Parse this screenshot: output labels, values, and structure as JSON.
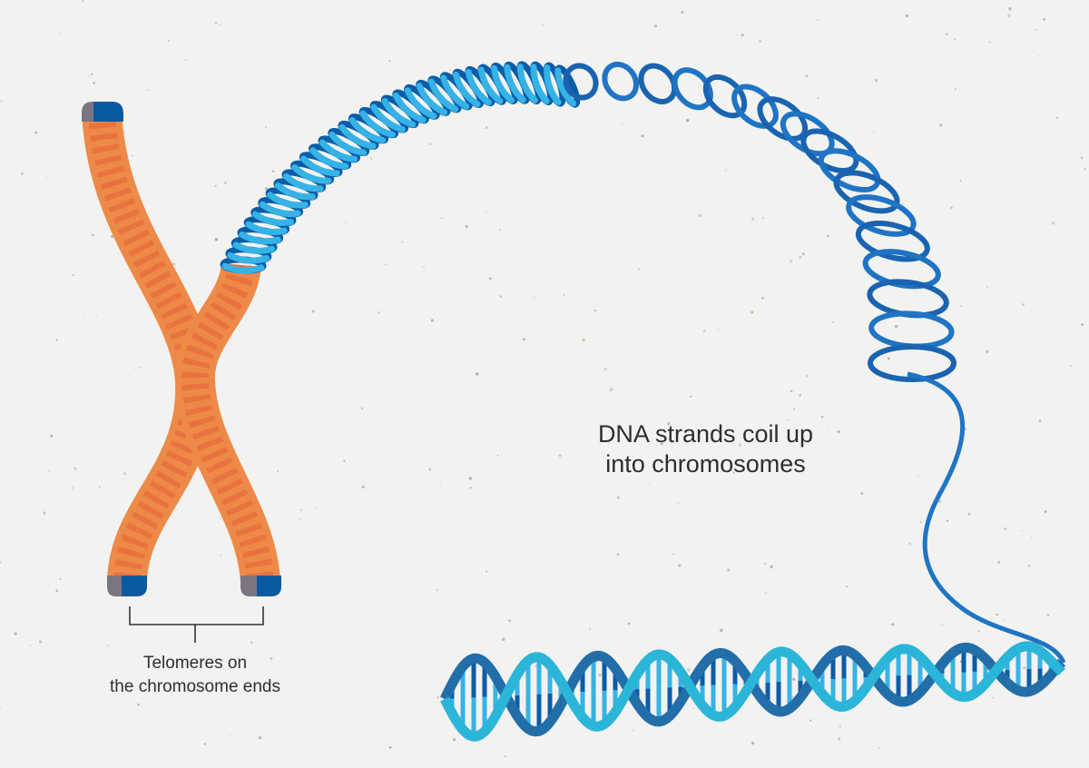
{
  "labels": {
    "dna_line1": "DNA strands coil up",
    "dna_line2": "into chromosomes",
    "telomere_line1": "Telomeres on",
    "telomere_line2": "the chromosome ends"
  },
  "colors": {
    "background": "#f2f2f0",
    "chromosome": "#ee8a48",
    "chromosome_band": "#e9733f",
    "telomere_blue": "#0a5aa0",
    "telomere_gray": "#7a7580",
    "dna_dark": "#0b5ca8",
    "dna_mid": "#1f74c4",
    "dna_light": "#36b3e6",
    "dna_teal": "#2bb5d8"
  }
}
